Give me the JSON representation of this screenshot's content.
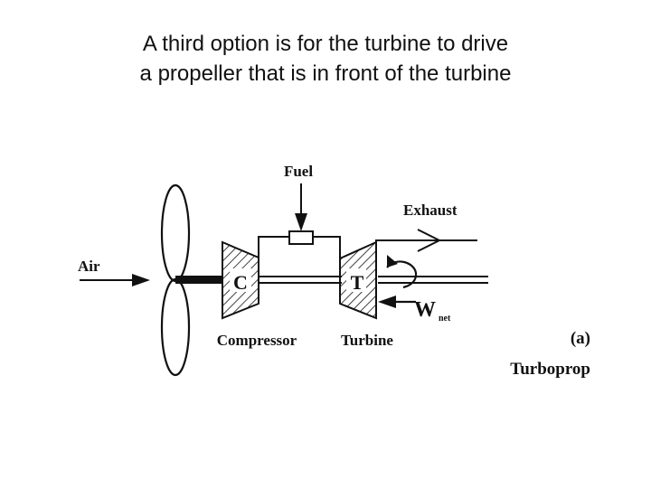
{
  "slide": {
    "title_line1": "A third option is for the turbine to drive",
    "title_line2": "a propeller that is in front of the turbine"
  },
  "diagram": {
    "labels": {
      "air": "Air",
      "fuel": "Fuel",
      "exhaust": "Exhaust",
      "compressor_letter": "C",
      "turbine_letter": "T",
      "compressor": "Compressor",
      "turbine": "Turbine",
      "work": "W",
      "work_subscript": "net",
      "part": "(a)",
      "engine_type": "Turboprop"
    },
    "colors": {
      "ink": "#111111",
      "background": "#ffffff"
    }
  }
}
